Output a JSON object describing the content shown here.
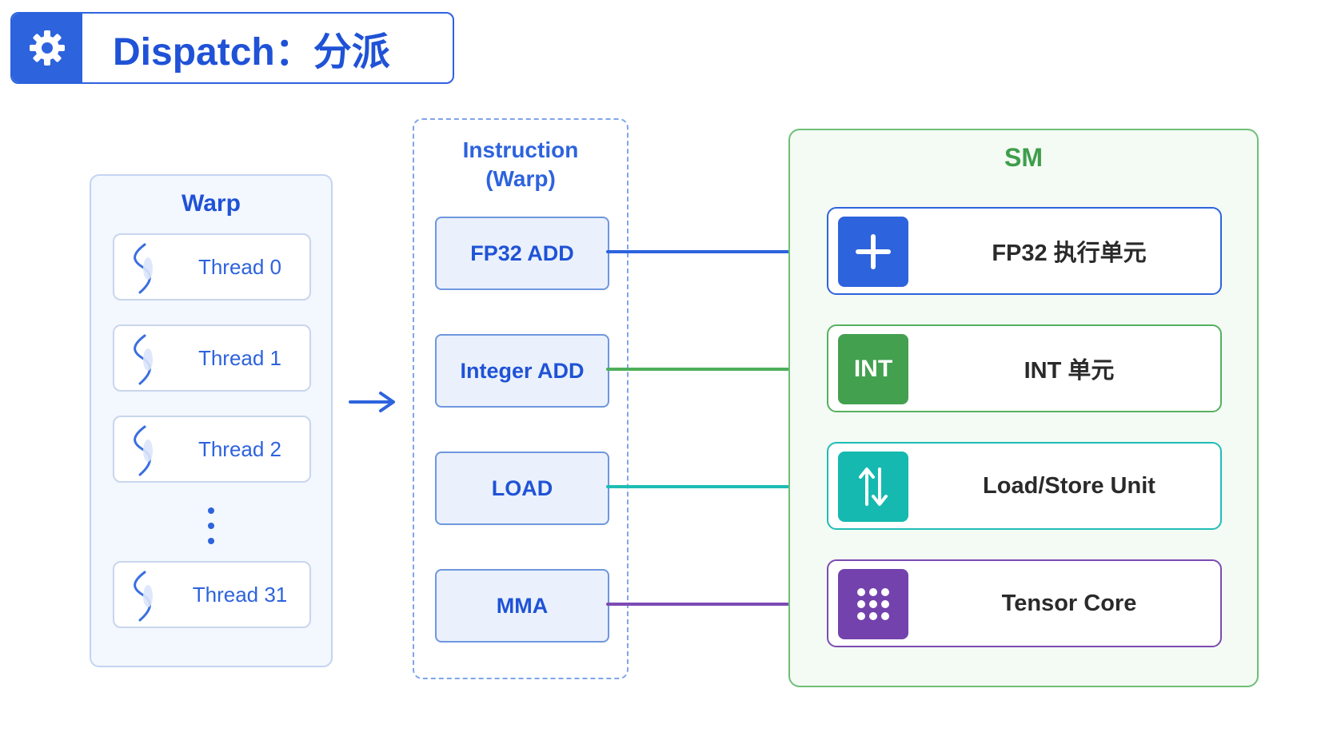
{
  "title": {
    "icon": "gear-icon",
    "text": "Dispatch：分派",
    "color": "#2d63dd"
  },
  "warp": {
    "title": "Warp",
    "threads": [
      {
        "label": "Thread 0"
      },
      {
        "label": "Thread 1"
      },
      {
        "label": "Thread 2"
      },
      {
        "label": "Thread 31"
      }
    ],
    "ellipsis_icon": "vertical-ellipsis-icon"
  },
  "instruction": {
    "title_line1": "Instruction",
    "title_line2": "(Warp)",
    "items": [
      {
        "label": "FP32 ADD",
        "arrow_color": "#2d63dd"
      },
      {
        "label": "Integer ADD",
        "arrow_color": "#4caf5a"
      },
      {
        "label": "LOAD",
        "arrow_color": "#1fbdb5"
      },
      {
        "label": "MMA",
        "arrow_color": "#7c4bb3"
      }
    ]
  },
  "sm": {
    "title": "SM",
    "units": [
      {
        "label": "FP32 执行单元",
        "icon": "plus-icon",
        "icon_text": "",
        "color": "#2d63dd"
      },
      {
        "label": "INT 单元",
        "icon": "int-text-icon",
        "icon_text": "INT",
        "color": "#43a04f"
      },
      {
        "label": "Load/Store Unit",
        "icon": "up-down-arrows-icon",
        "icon_text": "",
        "color": "#15b9b0"
      },
      {
        "label": "Tensor Core",
        "icon": "dot-grid-icon",
        "icon_text": "",
        "color": "#7342ad"
      }
    ]
  }
}
